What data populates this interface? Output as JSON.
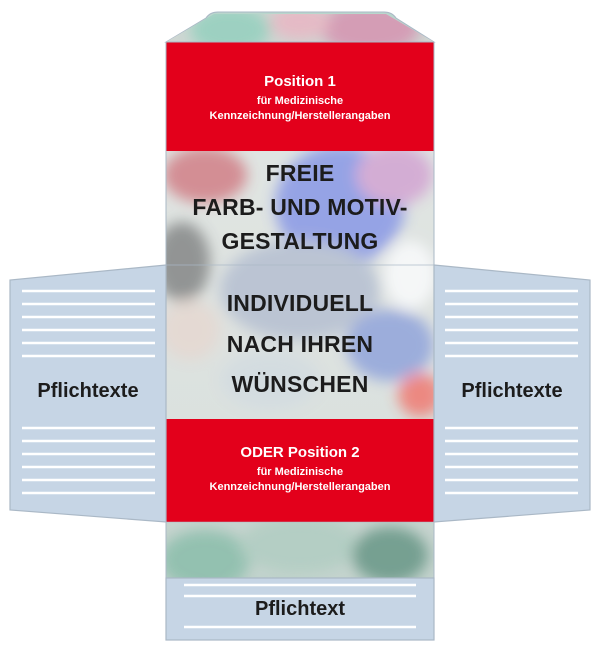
{
  "top_block": {
    "title": "Position 1",
    "line1": "für Medizinische",
    "line2": "Kennzeichnung/Herstellerangaben"
  },
  "center_text": {
    "line1": "FREIE",
    "line2": "FARB- UND MOTIV-",
    "line3": "GESTALTUNG",
    "line4": "INDIVIDUELL",
    "line5": "NACH IHREN",
    "line6": "WÜNSCHEN"
  },
  "bottom_block": {
    "title": "ODER Position 2",
    "line1": "für Medizinische",
    "line2": "Kennzeichnung/Herstellerangaben"
  },
  "left_flap": {
    "label": "Pflichtexte"
  },
  "right_flap": {
    "label": "Pflichtexte"
  },
  "bottom_flap": {
    "label": "Pflichtext"
  },
  "colors": {
    "red": "#e3001b",
    "flap": "#c6d5e5",
    "outline": "#aab8c6",
    "line": "#ffffff"
  }
}
